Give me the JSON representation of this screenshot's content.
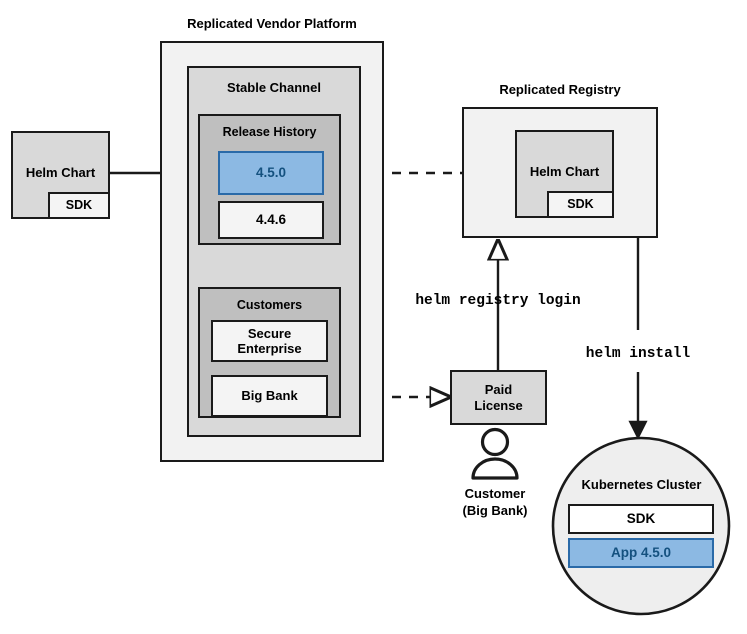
{
  "diagram": {
    "title_vendor_platform": "Replicated Vendor Platform",
    "title_registry": "Replicated Registry",
    "groups": {
      "stable_channel": "Stable Channel",
      "release_history": "Release History",
      "customers": "Customers"
    },
    "nodes": {
      "helm_chart_source": "Helm Chart",
      "helm_chart_source_sdk": "SDK",
      "release_current": "4.5.0",
      "release_previous": "4.4.6",
      "customer_secure_enterprise": "Secure\nEnterprise",
      "customer_big_bank": "Big Bank",
      "registry_helm_chart": "Helm Chart",
      "registry_helm_chart_sdk": "SDK",
      "paid_license": "Paid\nLicense",
      "cluster_title": "Kubernetes Cluster",
      "cluster_sdk": "SDK",
      "cluster_app": "App 4.5.0"
    },
    "actor": {
      "line1": "Customer",
      "line2": "(Big Bank)"
    },
    "commands": {
      "registry_login": "helm registry login",
      "install": "helm install"
    },
    "colors": {
      "accent_blue_fill": "#8cb9e3",
      "accent_blue_stroke": "#2a6aa8",
      "accent_blue_text": "#14517f",
      "stroke": "#1a1a1a",
      "fill_lightest": "#f2f2f2",
      "fill_light": "#d9d9d9",
      "fill_mid": "#bfbfbf",
      "fill_white": "#f4f4f4"
    }
  }
}
